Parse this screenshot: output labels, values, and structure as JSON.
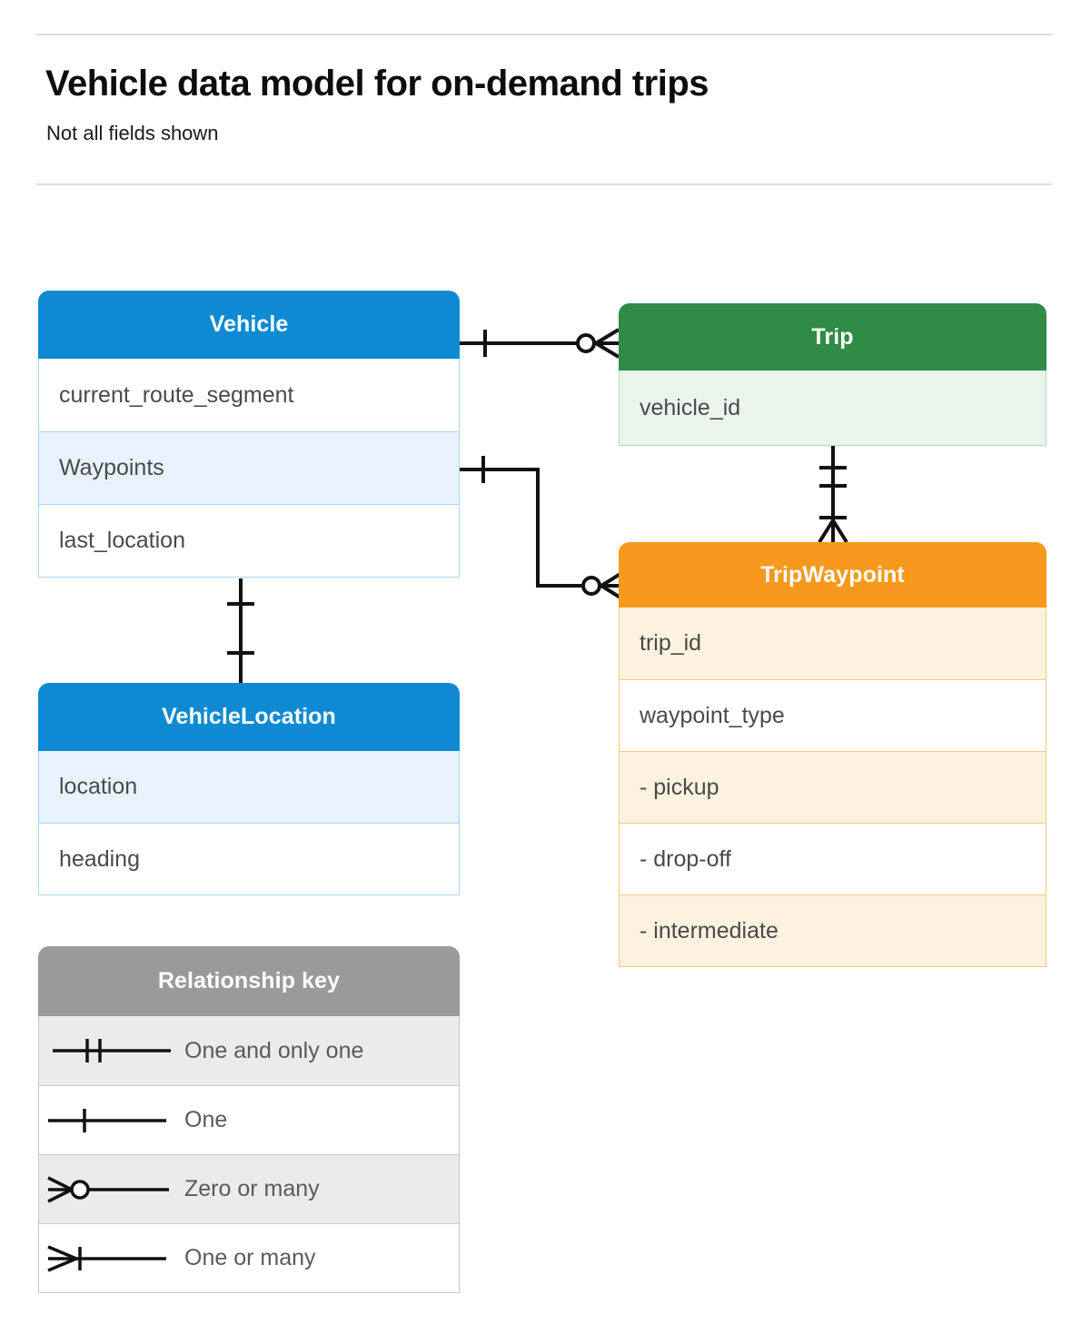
{
  "header": {
    "title": "Vehicle data model for on-demand trips",
    "subtitle": "Not all fields shown"
  },
  "colors": {
    "vehicle_blue": "#0e8ad3",
    "vehicle_blue_light": "#e8f2fd",
    "vehicle_border": "#a8d4f5",
    "trip_green": "#2f8b46",
    "trip_green_light": "#eaf4ec",
    "trip_border": "#b2d9bd",
    "waypoint_orange": "#f7991d",
    "waypoint_orange_light": "#fdf2df",
    "waypoint_border": "#f5c97c",
    "legend_grey": "#9a9a9a",
    "legend_grey_light": "#ebebeb",
    "line": "#111111",
    "rule": "#dcdcdc"
  },
  "entities": {
    "vehicle": {
      "name": "Vehicle",
      "fields": [
        {
          "label": "current_route_segment",
          "shaded": false
        },
        {
          "label": "Waypoints",
          "shaded": true
        },
        {
          "label": "last_location",
          "shaded": false
        }
      ]
    },
    "vehicle_location": {
      "name": "VehicleLocation",
      "fields": [
        {
          "label": "location",
          "shaded": true
        },
        {
          "label": "heading",
          "shaded": false
        }
      ]
    },
    "trip": {
      "name": "Trip",
      "fields": [
        {
          "label": "vehicle_id",
          "shaded": true
        }
      ]
    },
    "trip_waypoint": {
      "name": "TripWaypoint",
      "fields": [
        {
          "label": "trip_id",
          "shaded": true
        },
        {
          "label": "waypoint_type",
          "shaded": false
        },
        {
          "label": "-  pickup",
          "shaded": true
        },
        {
          "label": "-  drop-off",
          "shaded": false
        },
        {
          "label": "-  intermediate",
          "shaded": true
        }
      ]
    }
  },
  "legend": {
    "title": "Relationship key",
    "items": [
      {
        "label": "One and only one",
        "symbol": "one-and-only-one-symbol",
        "shaded": true
      },
      {
        "label": "One",
        "symbol": "one-symbol",
        "shaded": false
      },
      {
        "label": "Zero or many",
        "symbol": "zero-or-many-symbol",
        "shaded": true
      },
      {
        "label": "One or many",
        "symbol": "one-or-many-symbol",
        "shaded": false
      }
    ]
  },
  "relationships": [
    {
      "from": "Vehicle",
      "to": "Trip",
      "from_cardinality": "One",
      "to_cardinality": "Zero or many"
    },
    {
      "from": "Vehicle.Waypoints",
      "to": "TripWaypoint",
      "from_cardinality": "One",
      "to_cardinality": "Zero or many"
    },
    {
      "from": "Trip",
      "to": "TripWaypoint",
      "from_cardinality": "One and only one",
      "to_cardinality": "One or many"
    },
    {
      "from": "Vehicle",
      "to": "VehicleLocation",
      "from_cardinality": "One",
      "to_cardinality": "One"
    }
  ]
}
